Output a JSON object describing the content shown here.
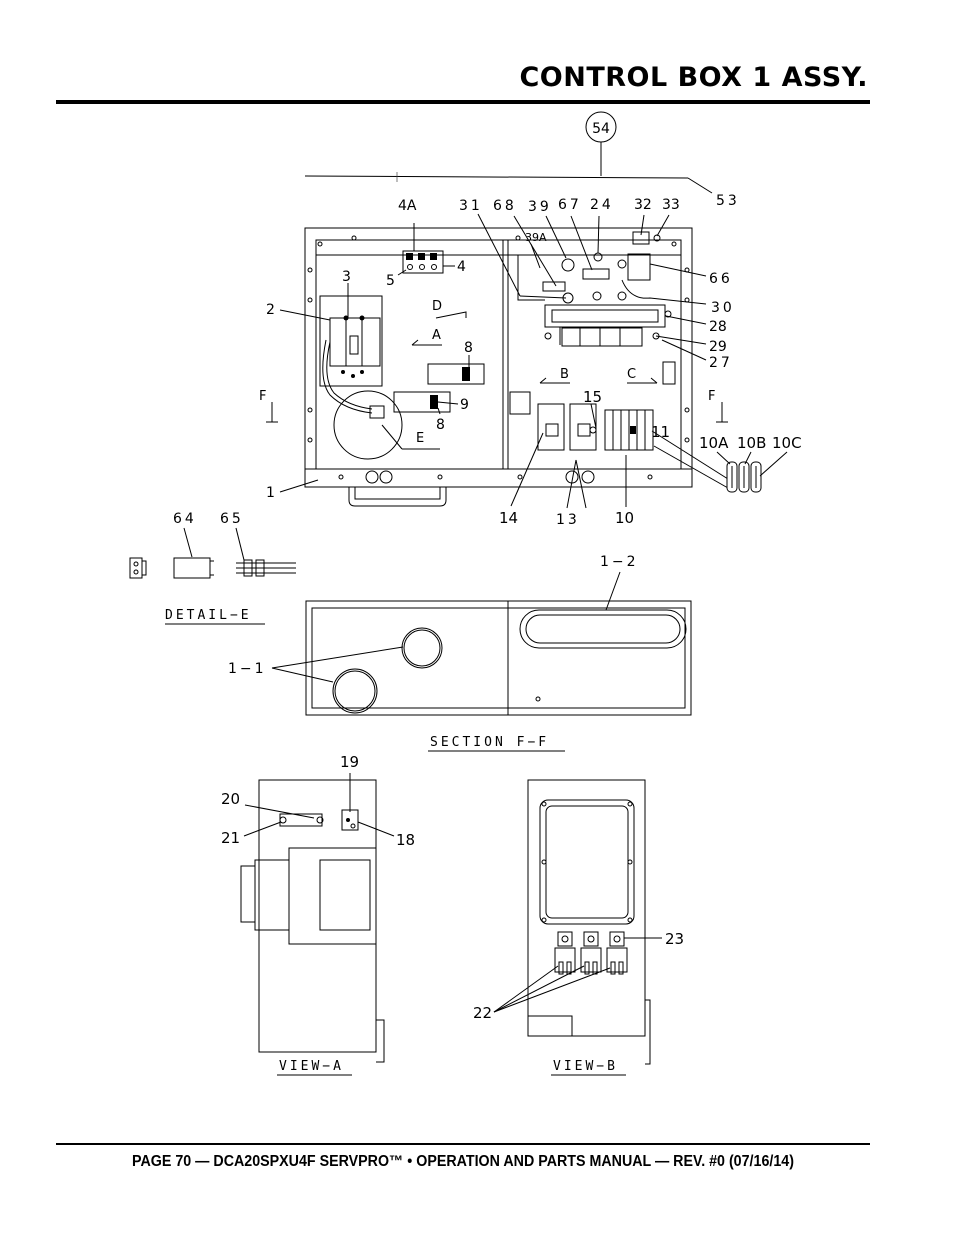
{
  "page_title": "CONTROL BOX 1 ASSY.",
  "footer_text": "PAGE 70 — DCA20SPXU4F SERVPRO™ • OPERATION AND PARTS MANUAL — REV. #0 (07/16/14)",
  "labels": {
    "c54": "54",
    "c53": "53",
    "c4a": "4A",
    "c31": "31",
    "c68": "68",
    "c39": "39",
    "c67": "67",
    "c24": "24",
    "c32": "32",
    "c33": "33",
    "c39a": "39A",
    "c4": "4",
    "c5": "5",
    "c3": "3",
    "c66": "66",
    "c2": "2",
    "c30": "30",
    "c28": "28",
    "c29": "29",
    "c27": "27",
    "c8a": "8",
    "c9": "9",
    "c8b": "8",
    "c15": "15",
    "c11": "11",
    "c10a": "10A",
    "c10b": "10B",
    "c10c": "10C",
    "c1": "1",
    "c14": "14",
    "c13": "13",
    "c10": "10",
    "c64": "64",
    "c65": "65",
    "c1_2": "1−2",
    "c1_1": "1−1",
    "c19": "19",
    "c20": "20",
    "c21": "21",
    "c18": "18",
    "c23": "23",
    "c22": "22",
    "dir_d": "D",
    "dir_a": "A",
    "dir_b": "B",
    "dir_c": "C",
    "dir_f_left": "F",
    "dir_f_right": "F",
    "dir_e": "E"
  },
  "views": {
    "detail_e": "DETAIL−E",
    "section_ff": "SECTION F−F",
    "view_a": "VIEW−A",
    "view_b": "VIEW−B"
  }
}
